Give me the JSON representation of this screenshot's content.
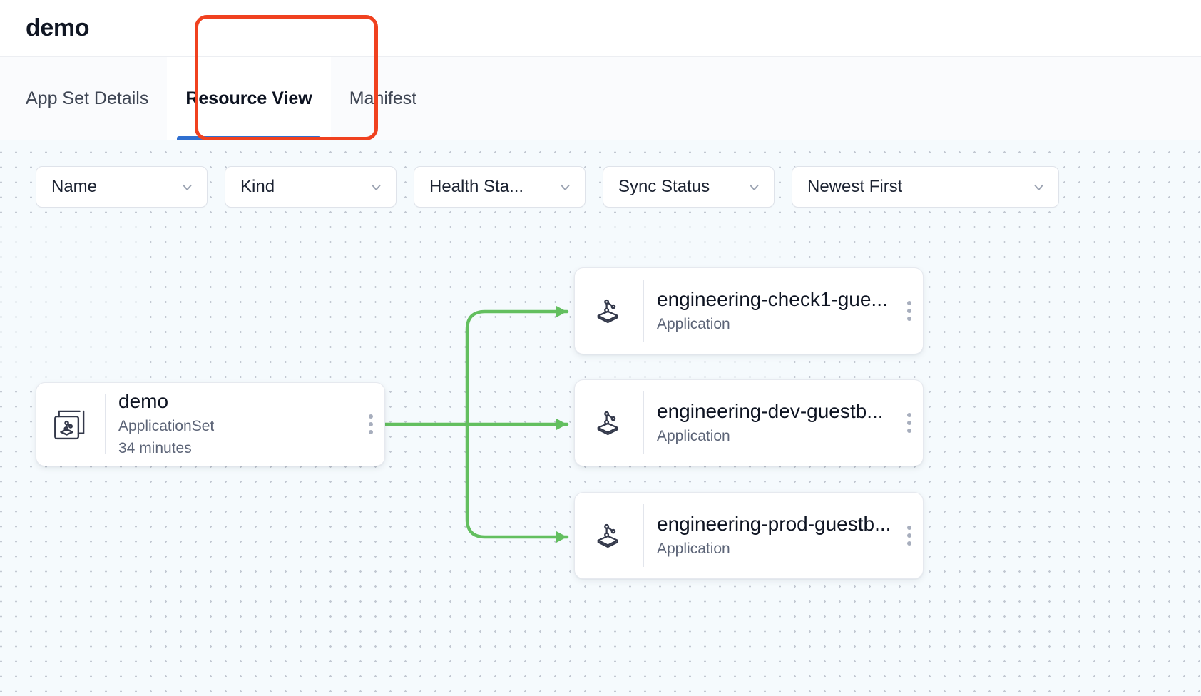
{
  "header": {
    "title": "demo"
  },
  "tabs": [
    {
      "label": "App Set Details",
      "active": false
    },
    {
      "label": "Resource View",
      "active": true
    },
    {
      "label": "Manifest",
      "active": false
    }
  ],
  "filters": [
    {
      "label": "Name",
      "icon": "chevron-down-icon"
    },
    {
      "label": "Kind",
      "icon": "chevron-down-icon"
    },
    {
      "label": "Health Sta...",
      "icon": "chevron-down-icon"
    },
    {
      "label": "Sync Status",
      "icon": "chevron-down-icon"
    },
    {
      "label": "Newest First",
      "icon": "chevron-down-icon"
    }
  ],
  "graph": {
    "edge_color": "#63bf5f",
    "nodes": [
      {
        "id": "appset-demo",
        "name": "demo",
        "kind": "ApplicationSet",
        "age": "34 minutes",
        "icon": "applicationset-icon"
      },
      {
        "id": "app-check1",
        "name": "engineering-check1-gue...",
        "kind": "Application",
        "icon": "application-icon"
      },
      {
        "id": "app-dev",
        "name": "engineering-dev-guestb...",
        "kind": "Application",
        "icon": "application-icon"
      },
      {
        "id": "app-prod",
        "name": "engineering-prod-guestb...",
        "kind": "Application",
        "icon": "application-icon"
      }
    ]
  },
  "annotation": {
    "color": "#f0411f",
    "target": "Resource View"
  }
}
